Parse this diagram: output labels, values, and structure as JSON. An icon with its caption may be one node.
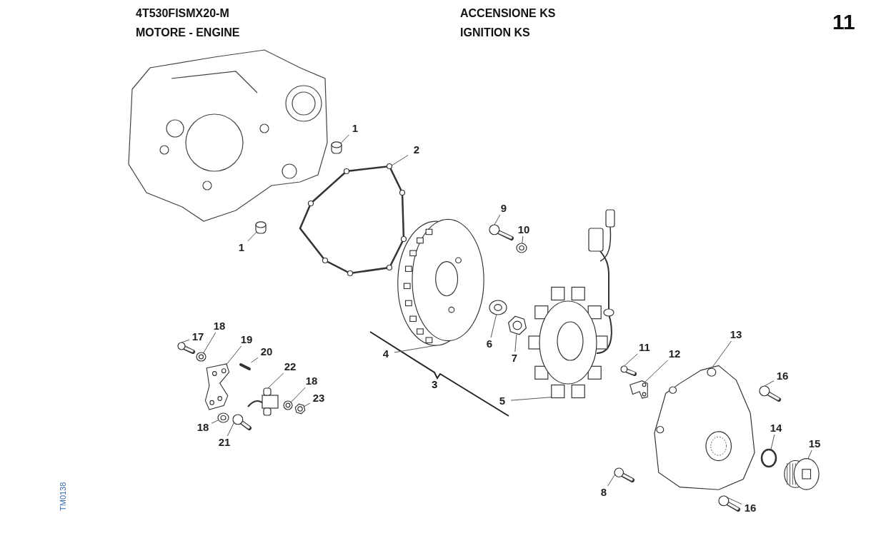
{
  "diagram": {
    "nodes": [
      {
        "text": [
          "1"
        ]
      },
      {
        "text": [],
        "shape": "picture"
      },
      {
        "text": [
          "2"
        ]
      },
      {
        "text": [],
        "shape": "picture"
      },
      {
        "text": [
          "9"
        ]
      },
      {
        "text": [],
        "shape": "picture"
      },
      {
        "text": [
          "10"
        ]
      },
      {
        "text": [],
        "shape": "picture"
      },
      {
        "text": [
          "1"
        ]
      },
      {
        "text": [],
        "shape": "picture"
      },
      {
        "text": [
          "4"
        ]
      },
      {
        "text": [],
        "shape": "picture"
      },
      {
        "text": [
          "6"
        ]
      },
      {
        "text": [],
        "shape": "picture"
      },
      {
        "text": [
          "7"
        ]
      },
      {
        "text": [],
        "shape": "picture"
      },
      {
        "text": [
          "17"
        ]
      },
      {
        "text": [],
        "shape": "picture"
      },
      {
        "text": [
          "18"
        ]
      },
      {
        "text": [],
        "shape": "picture"
      },
      {
        "text": [
          "19"
        ]
      },
      {
        "text": [],
        "shape": "picture"
      },
      {
        "text": [
          "20"
        ]
      },
      {
        "text": [],
        "shape": "picture"
      },
      {
        "text": [
          "22"
        ]
      },
      {
        "text": [],
        "shape": "picture"
      },
      {
        "text": [
          "18"
        ]
      },
      {
        "text": [],
        "shape": "picture"
      },
      {
        "text": [
          "23"
        ]
      },
      {
        "text": [],
        "shape": "picture"
      },
      {
        "text": [
          "11"
        ]
      },
      {
        "text": [],
        "shape": "picture"
      },
      {
        "text": [
          "12"
        ]
      },
      {
        "text": [],
        "shape": "picture"
      },
      {
        "text": [
          "13"
        ]
      },
      {
        "text": [],
        "shape": "picture"
      },
      {
        "text": [
          "16"
        ]
      },
      {
        "text": [],
        "shape": "picture"
      },
      {
        "text": [
          "5"
        ]
      },
      {
        "text": [],
        "shape": "picture"
      },
      {
        "text": [
          "18"
        ]
      },
      {
        "text": [],
        "shape": "picture"
      },
      {
        "text": [
          "21"
        ]
      },
      {
        "text": [],
        "shape": "picture"
      },
      {
        "text": [
          "14"
        ]
      },
      {
        "text": [],
        "shape": "circle"
      },
      {
        "text": [
          "15"
        ]
      },
      {
        "text": [],
        "shape": "picture"
      },
      {
        "text": [
          "8"
        ]
      },
      {
        "text": [],
        "shape": "picture"
      },
      {
        "text": [
          "16"
        ]
      },
      {
        "text": [],
        "shape": "picture"
      }
    ],
    "edges": [
      {
        "from": 0,
        "to": 1,
        "arrow": "none"
      },
      {
        "from": 2,
        "to": 3,
        "arrow": "none"
      },
      {
        "from": 4,
        "to": 5,
        "arrow": "none"
      },
      {
        "from": 6,
        "to": 7,
        "arrow": "none"
      },
      {
        "from": 8,
        "to": 9,
        "arrow": "none"
      },
      {
        "from": 10,
        "to": 11,
        "arrow": "none"
      },
      {
        "from": 12,
        "to": 13,
        "arrow": "none"
      },
      {
        "from": 14,
        "to": 15,
        "arrow": "none"
      },
      {
        "from": 16,
        "to": 17,
        "arrow": "none"
      },
      {
        "from": 18,
        "to": 19,
        "arrow": "none"
      },
      {
        "from": 20,
        "to": 21,
        "arrow": "none"
      },
      {
        "from": 22,
        "to": 23,
        "arrow": "none"
      },
      {
        "from": 24,
        "to": 25,
        "arrow": "none"
      },
      {
        "from": 26,
        "to": 27,
        "arrow": "none"
      },
      {
        "from": 28,
        "to": 29,
        "arrow": "none"
      },
      {
        "from": 30,
        "to": 31,
        "arrow": "none"
      },
      {
        "from": 32,
        "to": 33,
        "arrow": "none"
      },
      {
        "from": 34,
        "to": 35,
        "arrow": "none"
      },
      {
        "from": 36,
        "to": 37,
        "arrow": "none"
      },
      {
        "from": 38,
        "to": 39,
        "arrow": "none"
      },
      {
        "from": 40,
        "to": 41,
        "arrow": "none"
      },
      {
        "from": 42,
        "to": 43,
        "arrow": "none"
      },
      {
        "from": 44,
        "to": 45,
        "arrow": "none"
      },
      {
        "from": 46,
        "to": 47,
        "arrow": "none"
      },
      {
        "from": 48,
        "to": 49,
        "arrow": "none"
      },
      {
        "from": 50,
        "to": 51,
        "arrow": "none"
      }
    ],
    "labels": [
      "4T530FISMX20-M",
      "MOTORE - ENGINE",
      "ACCENSIONE KS",
      "IGNITION KS",
      "11",
      "3",
      "TM0138"
    ]
  }
}
